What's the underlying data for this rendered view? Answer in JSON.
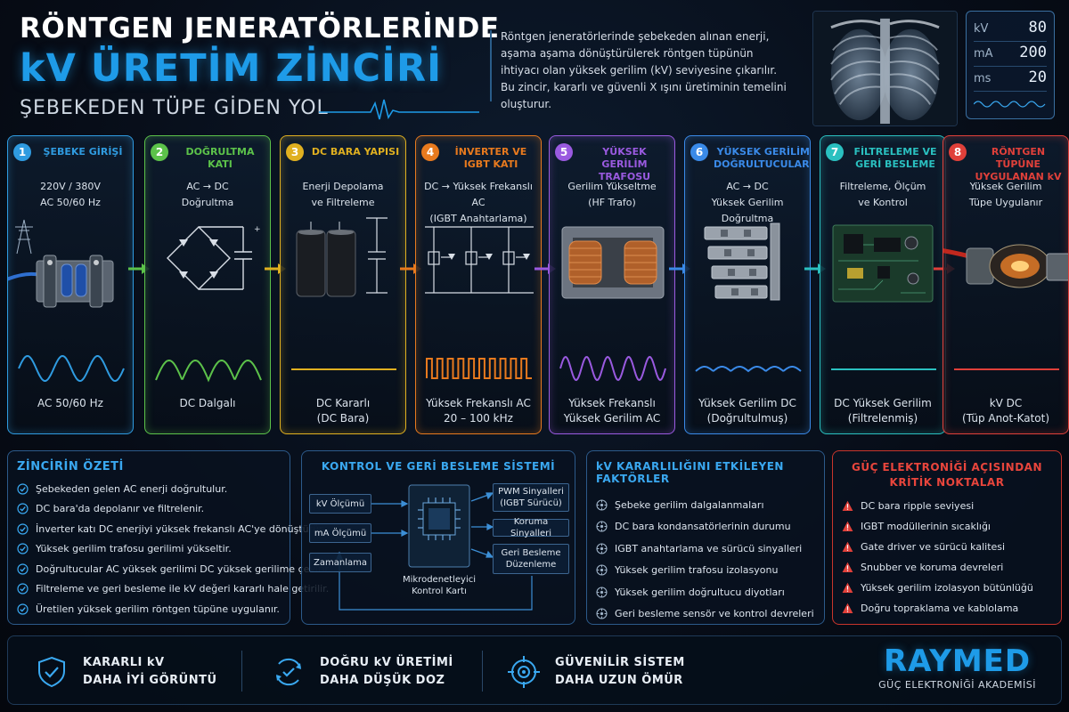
{
  "header": {
    "title_line1": "RÖNTGEN JENERATÖRLERİNDE",
    "title_line2": "kV ÜRETİM ZİNCİRİ",
    "title_line3": "ŞEBEKEDEN TÜPE GİDEN YOL",
    "intro_lines": [
      "Röntgen jeneratörlerinde şebekeden alınan enerji,",
      "aşama aşama dönüştürülerek röntgen tüpünün",
      "ihtiyacı olan yüksek gerilim (kV) seviyesine çıkarılır.",
      "Bu zincir, kararlı ve güvenli X ışını üretiminin temelini oluşturur."
    ]
  },
  "panel": {
    "rows": [
      {
        "label": "kV",
        "value": "80"
      },
      {
        "label": "mA",
        "value": "200"
      },
      {
        "label": "ms",
        "value": "20"
      }
    ]
  },
  "stages": [
    {
      "num": "1",
      "title": "ŞEBEKE GİRİŞİ",
      "desc": [
        "220V / 380V",
        "AC 50/60 Hz"
      ],
      "out": [
        "AC 50/60 Hz"
      ],
      "color": "#2f9be0",
      "icon": "electric-panel-icon",
      "wave": "sine"
    },
    {
      "num": "2",
      "title": "DOĞRULTMA KATI",
      "desc": [
        "AC → DC",
        "Doğrultma"
      ],
      "out": [
        "DC Dalgalı"
      ],
      "color": "#5cc24a",
      "icon": "bridge-rectifier-icon",
      "wave": "rectified"
    },
    {
      "num": "3",
      "title": "DC BARA YAPISI",
      "desc": [
        "Enerji Depolama",
        "ve Filtreleme"
      ],
      "out": [
        "DC Kararlı",
        "(DC Bara)"
      ],
      "color": "#e0b020",
      "icon": "capacitor-icon",
      "wave": "flat"
    },
    {
      "num": "4",
      "title": "İNVERTER VE IGBT KATI",
      "desc": [
        "DC → Yüksek Frekanslı AC",
        "(IGBT Anahtarlama)"
      ],
      "out": [
        "Yüksek Frekanslı AC",
        "20 – 100 kHz"
      ],
      "color": "#e87a1e",
      "icon": "igbt-inverter-icon",
      "wave": "square"
    },
    {
      "num": "5",
      "title": "YÜKSEK GERİLİM TRAFOSU",
      "desc": [
        "Gerilim Yükseltme",
        "(HF Trafo)"
      ],
      "out": [
        "Yüksek Frekanslı",
        "Yüksek Gerilim AC"
      ],
      "color": "#9a5ae0",
      "icon": "transformer-icon",
      "wave": "hf-sine"
    },
    {
      "num": "6",
      "title": "YÜKSEK GERİLİM DOĞRULTUCULARI",
      "desc": [
        "AC → DC",
        "Yüksek Gerilim Doğrultma"
      ],
      "out": [
        "Yüksek Gerilim DC",
        "(Doğrultulmuş)"
      ],
      "color": "#3a8ae8",
      "icon": "hv-rectifier-icon",
      "wave": "ripple"
    },
    {
      "num": "7",
      "title": "FİLTRELEME VE GERİ BESLEME",
      "desc": [
        "Filtreleme, Ölçüm",
        "ve Kontrol"
      ],
      "out": [
        "DC Yüksek Gerilim",
        "(Filtrelenmiş)"
      ],
      "color": "#2ac0c0",
      "icon": "circuit-board-icon",
      "wave": "flat"
    },
    {
      "num": "8",
      "title": "RÖNTGEN TÜPÜNE UYGULANAN kV",
      "desc": [
        "Yüksek Gerilim",
        "Tüpe Uygulanır"
      ],
      "out": [
        "kV DC",
        "(Tüp Anot-Katot)"
      ],
      "color": "#e0403a",
      "icon": "xray-tube-icon",
      "wave": "flat"
    }
  ],
  "summary": {
    "title": "ZİNCİRİN ÖZETİ",
    "items": [
      "Şebekeden gelen AC enerji doğrultulur.",
      "DC bara'da depolanır ve filtrelenir.",
      "İnverter katı DC enerjiyi yüksek frekanslı AC'ye dönüştürür.",
      "Yüksek gerilim trafosu gerilimi yükseltir.",
      "Doğrultucular AC yüksek gerilimi DC yüksek gerilime çevirir.",
      "Filtreleme ve geri besleme ile kV değeri kararlı hale getirilir.",
      "Üretilen yüksek gerilim röntgen tüpüne uygulanır."
    ]
  },
  "control": {
    "title": "KONTROL VE GERİ BESLEME SİSTEMİ",
    "inputs": [
      "kV Ölçümü",
      "mA Ölçümü",
      "Zamanlama"
    ],
    "outputs": [
      [
        "PWM Sinyalleri",
        "(IGBT Sürücü)"
      ],
      [
        "Koruma Sinyalleri"
      ],
      [
        "Geri Besleme",
        "Düzenleme"
      ]
    ],
    "chip_label": [
      "Mikrodenetleyici",
      "Kontrol Kartı"
    ]
  },
  "factors": {
    "title": "kV KARARLILIĞINI ETKİLEYEN FAKTÖRLER",
    "items": [
      "Şebeke gerilim dalgalanmaları",
      "DC bara kondansatörlerinin durumu",
      "IGBT anahtarlama ve sürücü sinyalleri",
      "Yüksek gerilim trafosu izolasyonu",
      "Yüksek gerilim doğrultucu diyotları",
      "Geri besleme sensör ve kontrol devreleri"
    ]
  },
  "critical": {
    "title_lines": [
      "GÜÇ ELEKTRONİĞİ AÇISINDAN",
      "KRİTİK NOKTALAR"
    ],
    "items": [
      "DC bara ripple seviyesi",
      "IGBT modüllerinin sıcaklığı",
      "Gate driver ve sürücü kalitesi",
      "Snubber ve koruma devreleri",
      "Yüksek gerilim izolasyon bütünlüğü",
      "Doğru topraklama ve kablolama"
    ]
  },
  "footer": {
    "features": [
      {
        "line1": "KARARLI kV",
        "line2": "DAHA İYİ GÖRÜNTÜ",
        "icon": "shield-check-icon"
      },
      {
        "line1": "DOĞRU kV ÜRETİMİ",
        "line2": "DAHA DÜŞÜK DOZ",
        "icon": "dose-check-icon"
      },
      {
        "line1": "GÜVENİLİR SİSTEM",
        "line2": "DAHA UZUN ÖMÜR",
        "icon": "target-icon"
      }
    ],
    "brand": "RAYMED",
    "brand_sub": "GÜÇ ELEKTRONİĞİ AKADEMİSİ"
  },
  "colors": {
    "accent": "#1e9be8",
    "critical": "#e0403a"
  }
}
